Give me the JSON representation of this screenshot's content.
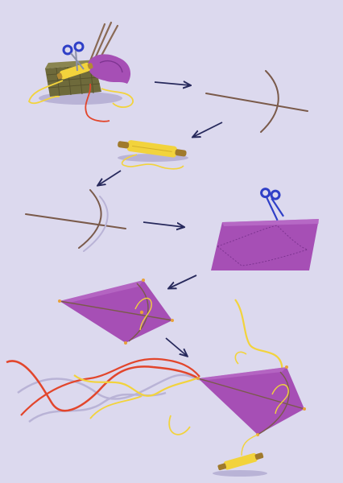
{
  "colors": {
    "background": "#dcd9ee",
    "kite_purple": "#a64fb5",
    "kite_purple_dark": "#7d3490",
    "stick_brown": "#7a5a4a",
    "thread_yellow": "#f2d33c",
    "ribbon_red": "#e2462c",
    "arrow_navy": "#27295c",
    "scissors_blue": "#2f3fc7",
    "basket_olive": "#6e6a3b",
    "shadow": "#b9b3d6"
  },
  "steps": [
    {
      "id": "materials",
      "icon": "basket-icon"
    },
    {
      "id": "crossed-sticks",
      "icon": "crossed-sticks-icon"
    },
    {
      "id": "thread-spool",
      "icon": "spool-icon"
    },
    {
      "id": "tied-frame",
      "icon": "frame-icon"
    },
    {
      "id": "cut-paper",
      "icon": "paper-sheet-icon"
    },
    {
      "id": "assembled-kite",
      "icon": "kite-icon"
    },
    {
      "id": "finished-kite",
      "icon": "kite-with-tail-icon"
    }
  ]
}
